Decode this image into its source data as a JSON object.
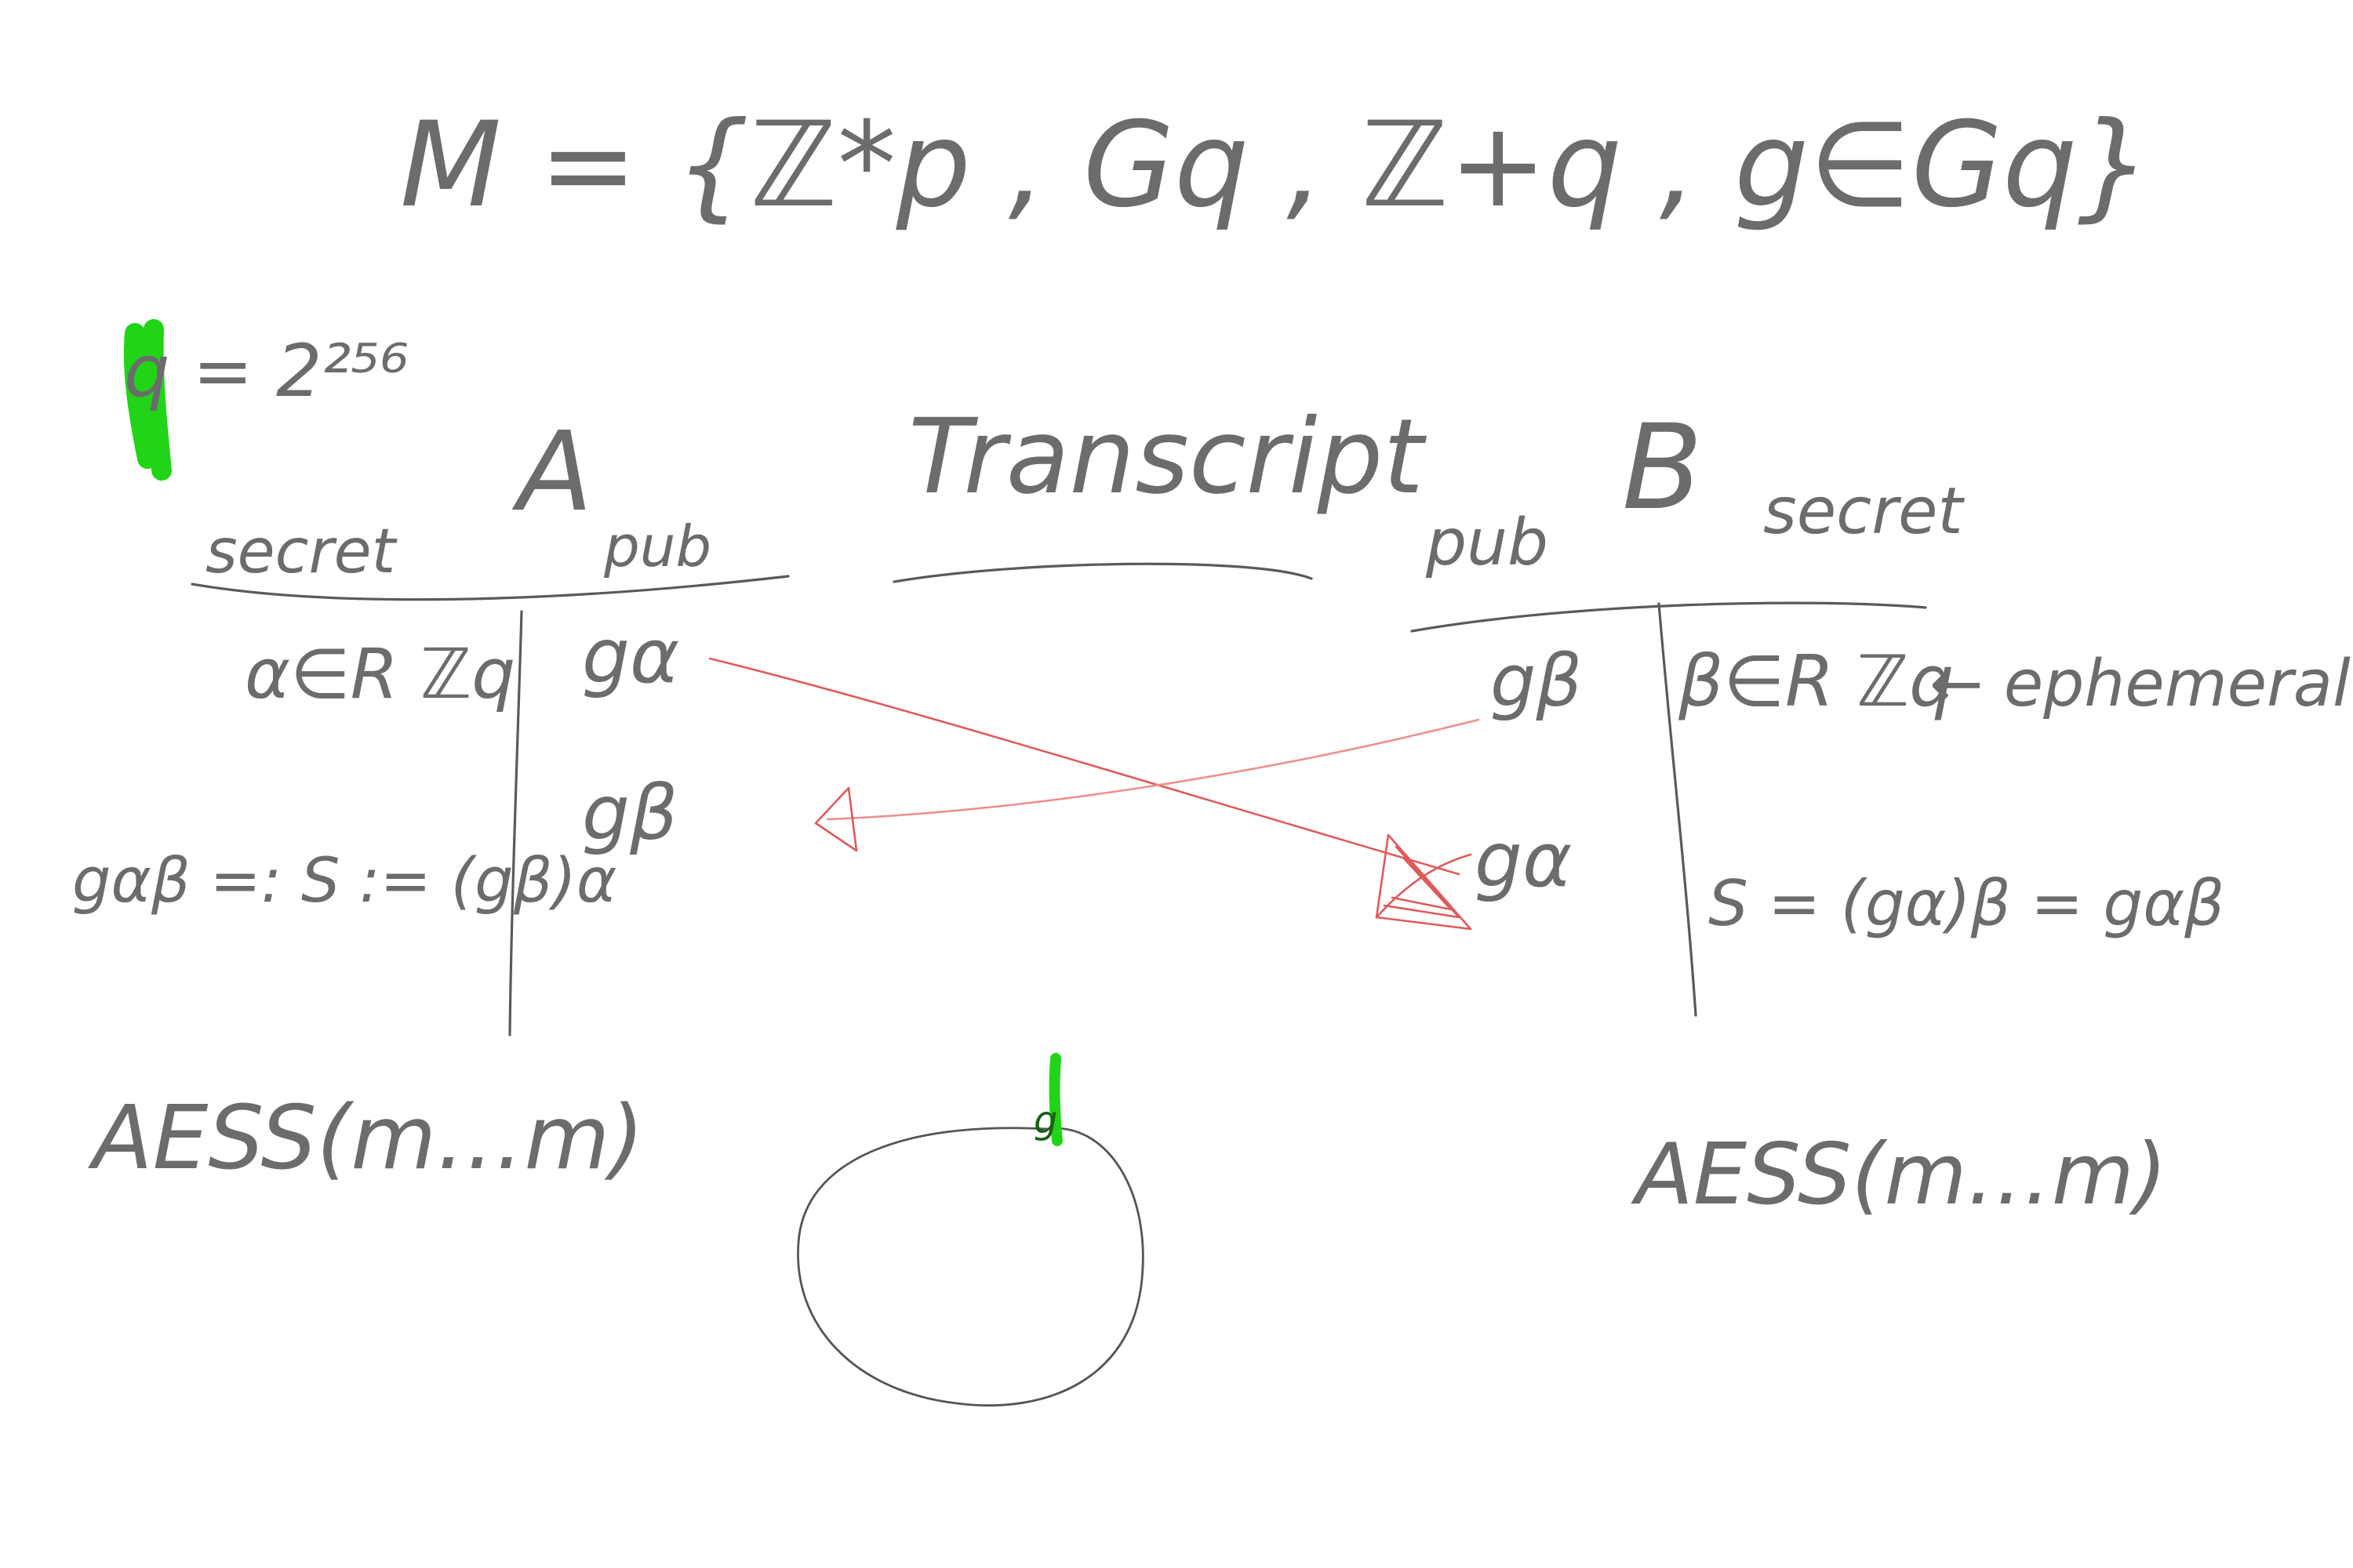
{
  "board": {
    "params_formula": "M = {ℤ*p , Gq , ℤ+q , g∈Gq}",
    "q_assignment": "q = 2²⁵⁶",
    "transcript_heading": "Transcript",
    "party_a": {
      "name": "A",
      "secret_header": "secret",
      "pub_header": "pub",
      "secret_choice": "α∈R ℤq",
      "pub_sent": "gα",
      "pub_received": "gβ",
      "shared_key": "gαβ =: S := (gβ)α",
      "encrypt": "AESS(m…m)"
    },
    "party_b": {
      "name": "B",
      "secret_header": "secret",
      "pub_header": "pub",
      "pub_sent": "gβ",
      "pub_received": "gα",
      "secret_choice": "β∈R ℤq",
      "ephemeral_note": "← ephemeral",
      "shared_key": "S = (gα)β = gαβ",
      "encrypt": "AESS(m…m)"
    },
    "group_circle_label": "g",
    "colors": {
      "ink": "#6e6e6e",
      "arrow": "#e05a5a",
      "highlight": "#22d418"
    }
  }
}
